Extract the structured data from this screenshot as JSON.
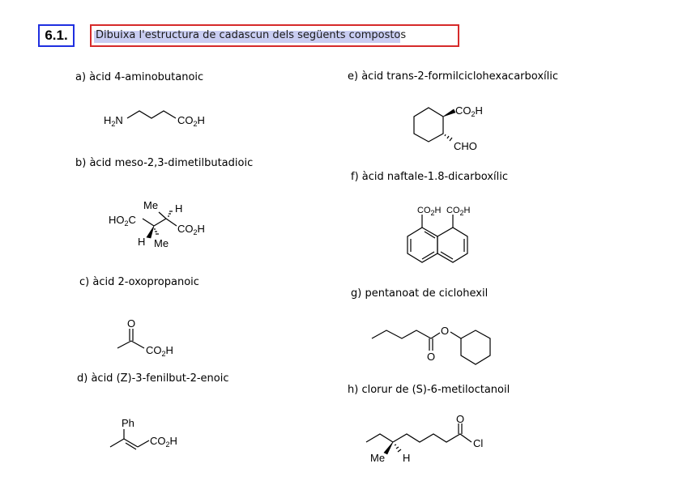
{
  "exercise": {
    "number": "6.1.",
    "instruction": "Dibuixa l'estructura de cadascun dels següents compostos"
  },
  "compounds": [
    {
      "label": "a) àcid 4-aminobutanoic",
      "atoms": {
        "amine": "H2N",
        "acid": "CO2H"
      }
    },
    {
      "label": "b) àcid meso-2,3-dimetilbutadioic",
      "atoms": {
        "me_top": "Me",
        "h_top": "H",
        "acid_left": "HO2C",
        "acid_right": "CO2H",
        "h_bottom": "H",
        "me_bottom": "Me"
      }
    },
    {
      "label": "c) àcid 2-oxopropanoic",
      "atoms": {
        "oxygen": "O",
        "acid": "CO2H"
      }
    },
    {
      "label": "d) àcid (Z)-3-fenilbut-2-enoic",
      "atoms": {
        "phenyl": "Ph",
        "acid": "CO2H"
      }
    },
    {
      "label": "e) àcid trans-2-formilciclohexacarboxílic",
      "atoms": {
        "acid": "CO2H",
        "aldehyde": "CHO"
      }
    },
    {
      "label": "f) àcid naftale-1.8-dicarboxílic",
      "atoms": {
        "acid_1": "CO2H",
        "acid_2": "CO2H"
      }
    },
    {
      "label": "g) pentanoat de ciclohexil",
      "atoms": {
        "ester_o": "O",
        "carbonyl_o": "O"
      }
    },
    {
      "label": "h) clorur de (S)-6-metiloctanoil",
      "atoms": {
        "oxygen": "O",
        "chlorine": "Cl",
        "methyl": "Me",
        "hydrogen": "H"
      }
    }
  ]
}
